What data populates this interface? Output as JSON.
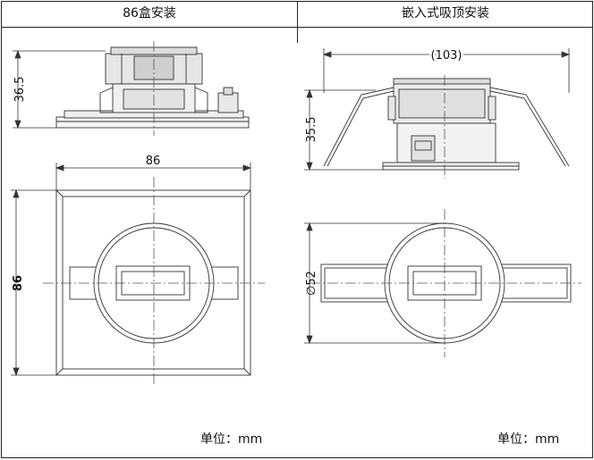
{
  "headers": {
    "left": "86盒安装",
    "right": "嵌入式吸顶安装"
  },
  "left_panel": {
    "side_height": "36.5",
    "top_width": "86",
    "top_height": "86",
    "unit": "单位：mm"
  },
  "right_panel": {
    "side_width": "(103)",
    "side_height": "35.5",
    "top_diameter": "∅52",
    "unit": "单位：mm"
  }
}
